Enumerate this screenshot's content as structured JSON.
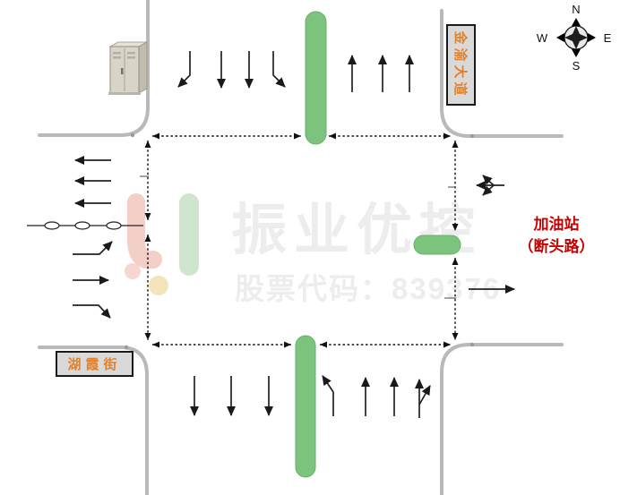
{
  "diagram": {
    "type": "intersection-channelization-map",
    "roads": {
      "north_sign": "金渝大道",
      "west_sign": "湖霞街"
    },
    "annotation": {
      "line1": "加油站",
      "line2": "（断头路）"
    },
    "compass": {
      "n": "N",
      "e": "E",
      "s": "S",
      "w": "W"
    },
    "watermark": {
      "brand": "振业优控",
      "stock": "股票代码：839376"
    },
    "colors": {
      "median_green": "#7CC47E",
      "road_curb_gray": "#B9B9B9",
      "sign_background": "#D9D9D9",
      "sign_text_orange": "#E0822F",
      "annotation_red": "#C80000",
      "watermark_gray": "#EDEDED",
      "arrow_black": "#1A1A1A"
    },
    "lane_movements": {
      "north_approach_southbound": [
        "right-turn",
        "straight",
        "straight",
        "left-turn"
      ],
      "north_exit_northbound": [
        "straight",
        "straight",
        "straight"
      ],
      "west_exit_westbound": [
        "straight",
        "straight",
        "straight"
      ],
      "west_approach_eastbound": [
        "left-turn",
        "straight",
        "right-turn"
      ],
      "east_approach_westbound": [
        "left-straight-right-combined"
      ],
      "east_exit_eastbound": [
        "straight"
      ],
      "south_exit_southbound": [
        "straight",
        "straight",
        "straight"
      ],
      "south_approach_northbound": [
        "left-turn",
        "straight",
        "straight",
        "straight-or-right"
      ]
    }
  }
}
